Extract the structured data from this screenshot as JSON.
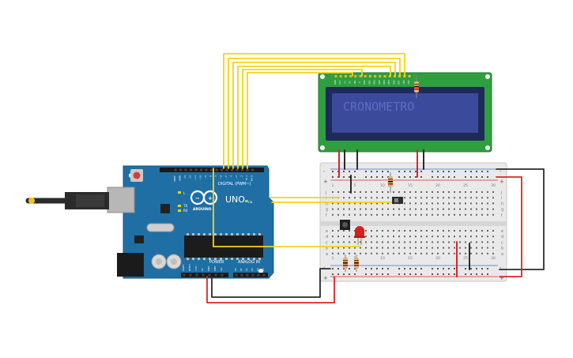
{
  "lcd": {
    "text": "CRONOMETRO",
    "pin_labels": [
      "GND",
      "VCC",
      "V0",
      "RS",
      "RW",
      "E",
      "DB0",
      "DB1",
      "DB2",
      "DB3",
      "DB4",
      "DB5",
      "DB6",
      "DB7",
      "LED",
      "LED"
    ]
  },
  "arduino": {
    "logo_text": "ARDUINO",
    "model": "UNO",
    "digital_label": "DIGITAL (PWM~)",
    "power_label": "POWER",
    "analog_label": "ANALOG IN",
    "aref_label": "AREF",
    "gnd_label": "GND",
    "tx_label": "TX",
    "rx_label": "RX",
    "l_label": "L",
    "on_label": "ON",
    "ioref_label": "IOREF",
    "reset_label": "RESET",
    "v33_label": "3.3V",
    "v5_label": "5V",
    "vin_label": "Vin",
    "digital_pins": [
      "13",
      "12",
      "~11",
      "~10",
      "~9",
      "8",
      "7",
      "~6",
      "~5",
      "4",
      "~3",
      "2",
      "TX 1",
      "RX 0"
    ],
    "analog_pins": [
      "A0",
      "A1",
      "A2",
      "A3",
      "A4",
      "A5"
    ]
  },
  "breadboard": {
    "col_numbers": [
      "1",
      "5",
      "10",
      "15",
      "20",
      "25",
      "30"
    ],
    "row_letters_top": [
      "j",
      "i",
      "h",
      "g",
      "f"
    ],
    "row_letters_bottom": [
      "e",
      "d",
      "c",
      "b",
      "a"
    ],
    "rail_plus": "+",
    "rail_minus": "-"
  },
  "colors": {
    "wire_yellow": "#f5d416",
    "wire_red": "#e02424",
    "wire_black": "#2b2b2b",
    "arduino_board": "#1f6fa5",
    "lcd_pcb": "#2f9e3f",
    "lcd_screen": "#3b4a9b",
    "lcd_text": "#5d6cc4",
    "led_red": "#d61f1f",
    "breadboard": "#e9e9e9"
  }
}
